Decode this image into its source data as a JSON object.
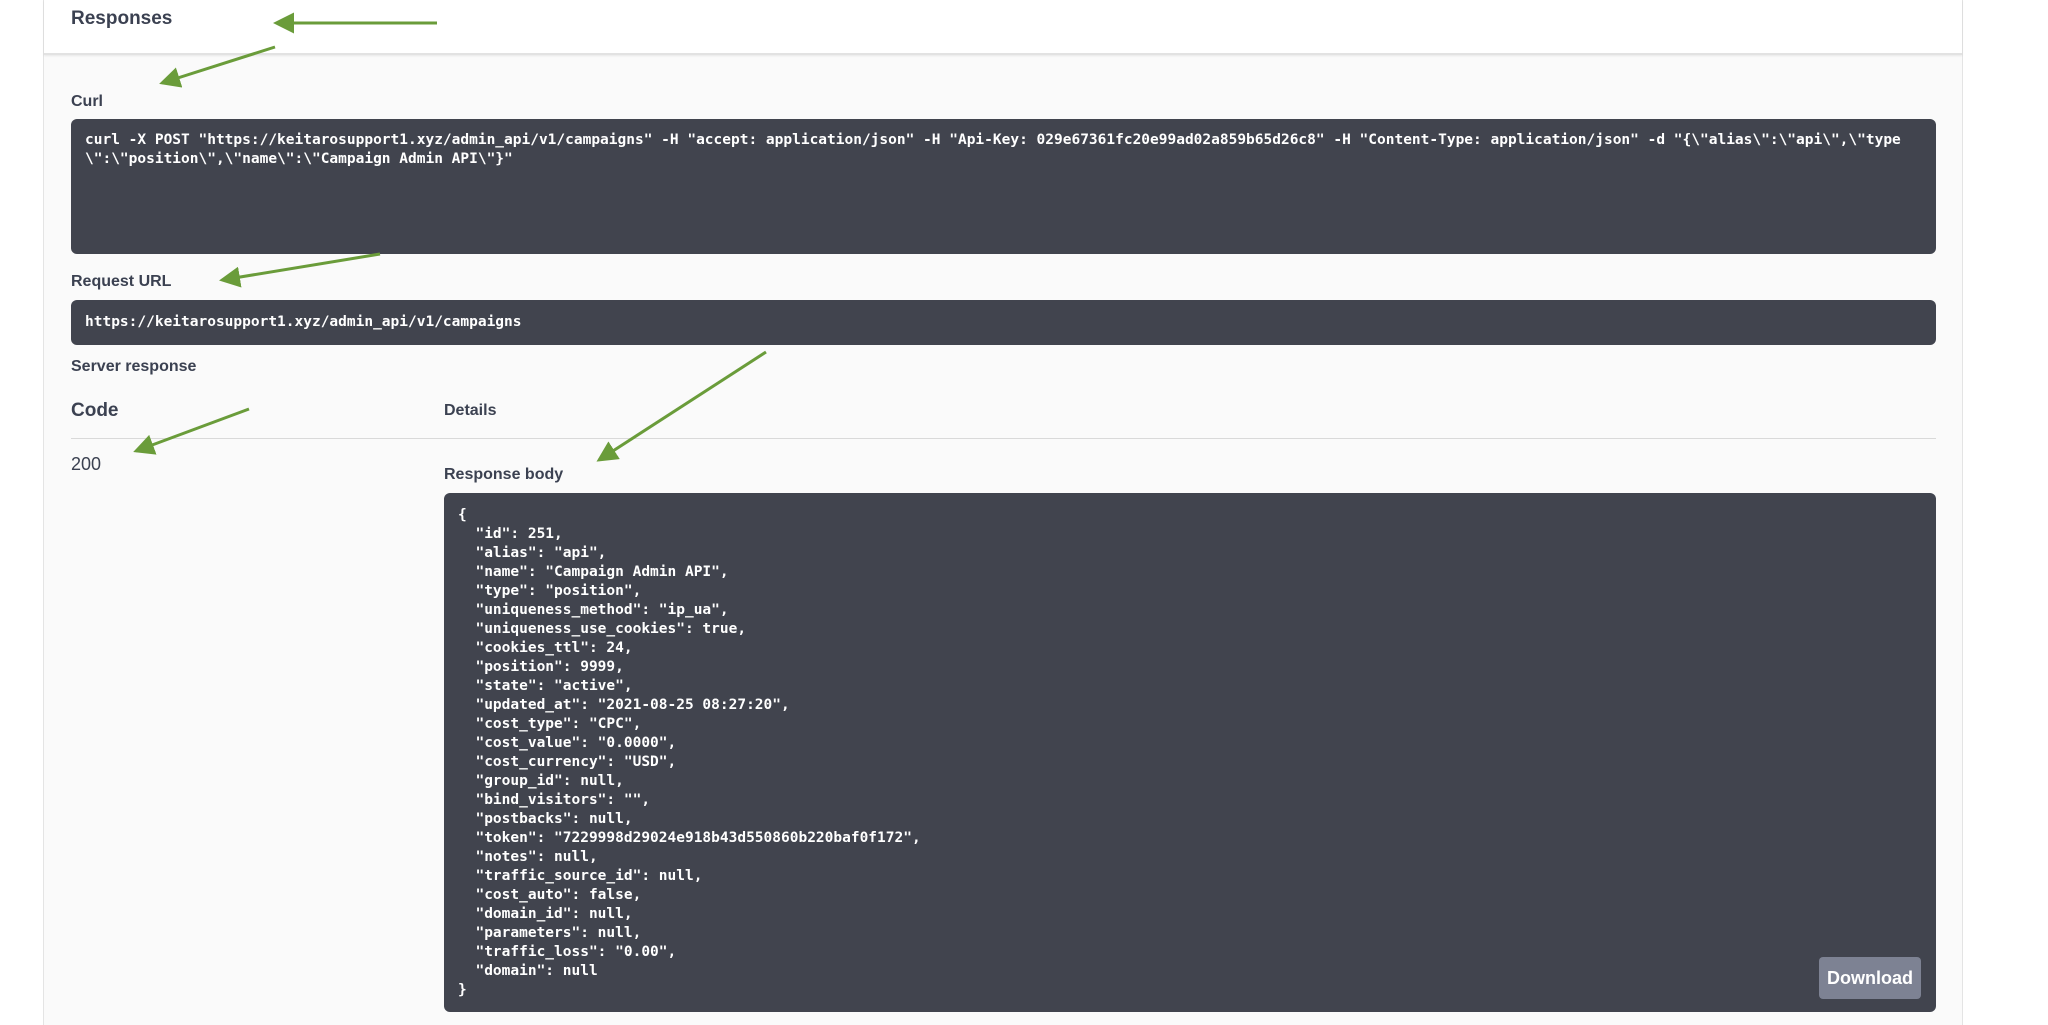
{
  "responses": {
    "title": "Responses"
  },
  "curl": {
    "label": "Curl",
    "command": "curl -X POST \"https://keitarosupport1.xyz/admin_api/v1/campaigns\" -H \"accept: application/json\" -H \"Api-Key: 029e67361fc20e99ad02a859b65d26c8\" -H \"Content-Type: application/json\" -d \"{\\\"alias\\\":\\\"api\\\",\\\"type\\\":\\\"position\\\",\\\"name\\\":\\\"Campaign Admin API\\\"}\""
  },
  "request_url": {
    "label": "Request URL",
    "value": "https://keitarosupport1.xyz/admin_api/v1/campaigns"
  },
  "server_response": {
    "label": "Server response",
    "code_header": "Code",
    "details_header": "Details",
    "code": "200",
    "body_label": "Response body",
    "body": "{\n  \"id\": 251,\n  \"alias\": \"api\",\n  \"name\": \"Campaign Admin API\",\n  \"type\": \"position\",\n  \"uniqueness_method\": \"ip_ua\",\n  \"uniqueness_use_cookies\": true,\n  \"cookies_ttl\": 24,\n  \"position\": 9999,\n  \"state\": \"active\",\n  \"updated_at\": \"2021-08-25 08:27:20\",\n  \"cost_type\": \"CPC\",\n  \"cost_value\": \"0.0000\",\n  \"cost_currency\": \"USD\",\n  \"group_id\": null,\n  \"bind_visitors\": \"\",\n  \"postbacks\": null,\n  \"token\": \"7229998d29024e918b43d550860b220baf0f172\",\n  \"notes\": null,\n  \"traffic_source_id\": null,\n  \"cost_auto\": false,\n  \"domain_id\": null,\n  \"parameters\": null,\n  \"traffic_loss\": \"0.00\",\n  \"domain\": null\n}",
    "download_label": "Download"
  },
  "colors": {
    "annotation_arrow": "#6a9c3a",
    "code_background": "#41444e",
    "text": "#3b4151"
  }
}
